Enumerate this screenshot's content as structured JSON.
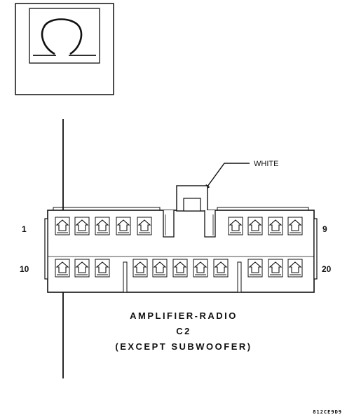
{
  "symbol_icon": "omega-connector-symbol-icon",
  "callout": {
    "color_label": "WHITE"
  },
  "pin_labels": {
    "top_left": "1",
    "top_right": "9",
    "bottom_left": "10",
    "bottom_right": "20"
  },
  "title": {
    "line1": "AMPLIFIER-RADIO",
    "line2": "C2",
    "line3": "(EXCEPT SUBWOOFER)"
  },
  "figure_code": "812CE9D9",
  "rows": {
    "top_pin_count": 9,
    "bottom_pin_count": 11
  }
}
